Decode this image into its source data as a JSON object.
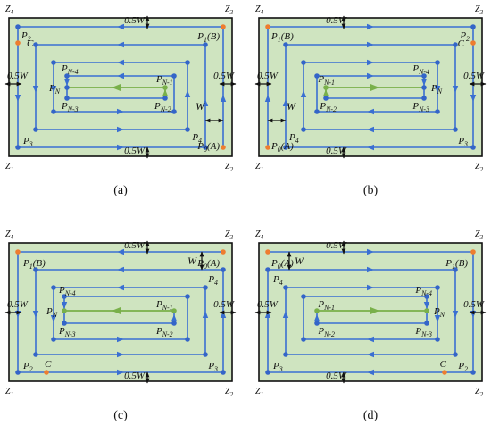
{
  "colors": {
    "field_fill": "#cfe4c0",
    "border": "#111111",
    "path_blue": "#3a6fd2",
    "node_blue": "#3465c8",
    "path_green": "#79b04a",
    "node_orange": "#ee7d2f",
    "dim_black": "#111111"
  },
  "panels": [
    {
      "id": "a",
      "caption": "(a)",
      "corners": {
        "tl": "Z4",
        "tr": "Z3",
        "bl": "Z1",
        "br": "Z2"
      },
      "points": {
        "P1": "P1(B)",
        "P2": "P2",
        "C": "C",
        "P3": "P3",
        "P4": "P4",
        "P0": "P0(A)",
        "PN": "PN",
        "PN1": "PN-1",
        "PN2": "PN-2",
        "PN3": "PN-3",
        "PN4": "PN-4"
      },
      "dims": {
        "top": "0.5W",
        "bottom": "0.5W",
        "left": "0.5W",
        "right": "0.5W",
        "inner": "W"
      }
    },
    {
      "id": "b",
      "caption": "(b)",
      "corners": {
        "tl": "Z4",
        "tr": "Z3",
        "bl": "Z1",
        "br": "Z2"
      },
      "points": {
        "P1": "P1(B)",
        "P2": "P2",
        "C": "C",
        "P3": "P3",
        "P4": "P4",
        "P0": "P0(A)",
        "PN": "PN",
        "PN1": "PN-1",
        "PN2": "PN-2",
        "PN3": "PN-3",
        "PN4": "PN-4"
      },
      "dims": {
        "top": "0.5W",
        "bottom": "0.5W",
        "left": "0.5W",
        "right": "0.5W",
        "inner": "W"
      }
    },
    {
      "id": "c",
      "caption": "(c)",
      "corners": {
        "tl": "Z4",
        "tr": "Z3",
        "bl": "Z1",
        "br": "Z2"
      },
      "points": {
        "P1": "P1(B)",
        "P2": "P2",
        "C": "C",
        "P3": "P3",
        "P4": "P4",
        "P0": "P0(A)",
        "PN": "PN",
        "PN1": "PN-1",
        "PN2": "PN-2",
        "PN3": "PN-3",
        "PN4": "PN-4"
      },
      "dims": {
        "top": "0.5W",
        "bottom": "0.5W",
        "left": "0.5W",
        "right": "0.5W",
        "inner": "W"
      }
    },
    {
      "id": "d",
      "caption": "(d)",
      "corners": {
        "tl": "Z4",
        "tr": "Z3",
        "bl": "Z1",
        "br": "Z2"
      },
      "points": {
        "P1": "P1(B)",
        "P2": "P2",
        "C": "C",
        "P3": "P3",
        "P4": "P4",
        "P0": "P0(A)",
        "PN": "PN",
        "PN1": "PN-1",
        "PN2": "PN-2",
        "PN3": "PN-3",
        "PN4": "PN-4"
      },
      "dims": {
        "top": "0.5W",
        "bottom": "0.5W",
        "left": "0.5W",
        "right": "0.5W",
        "inner": "W"
      }
    }
  ]
}
